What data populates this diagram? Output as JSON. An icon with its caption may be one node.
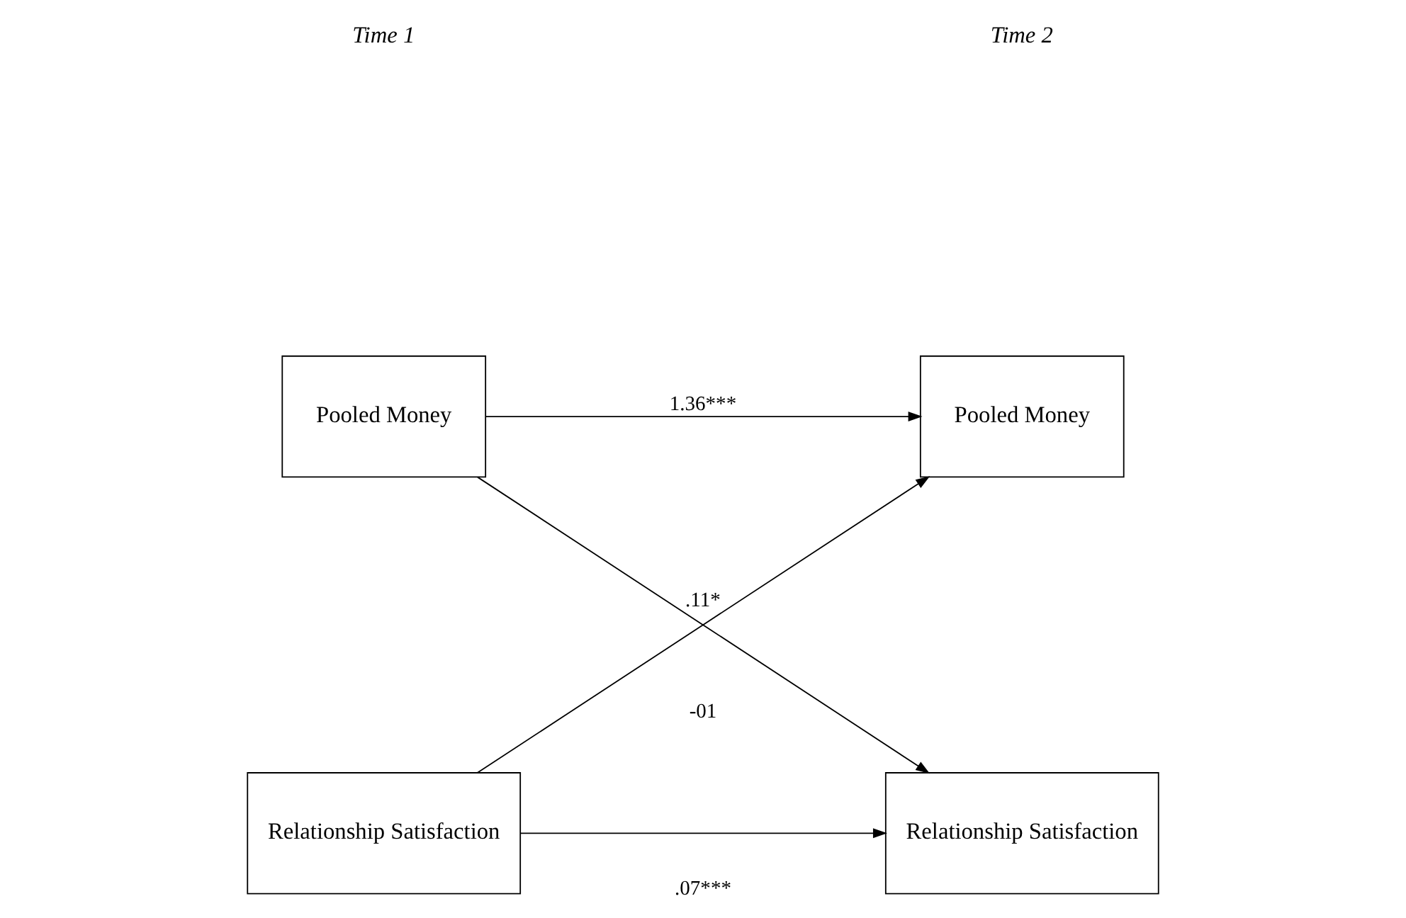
{
  "diagram": {
    "nodes": [
      {
        "text": [
          "Pooled Money"
        ]
      },
      {
        "text": [
          "Relationship Satisfaction"
        ]
      },
      {
        "text": [
          "Pooled Money"
        ]
      },
      {
        "text": [
          "Relationship Satisfaction"
        ]
      }
    ],
    "edges": [
      {
        "from": 0,
        "to": 2,
        "arrow": "to",
        "label": "1.36***"
      },
      {
        "from": 1,
        "to": 2,
        "arrow": "to",
        "label": "-01"
      },
      {
        "from": 0,
        "to": 3,
        "arrow": "to",
        "label": ".11*"
      },
      {
        "from": 1,
        "to": 3,
        "arrow": "to",
        "label": ".07***"
      }
    ],
    "labels": [
      "Time 1",
      "Time 2"
    ]
  }
}
